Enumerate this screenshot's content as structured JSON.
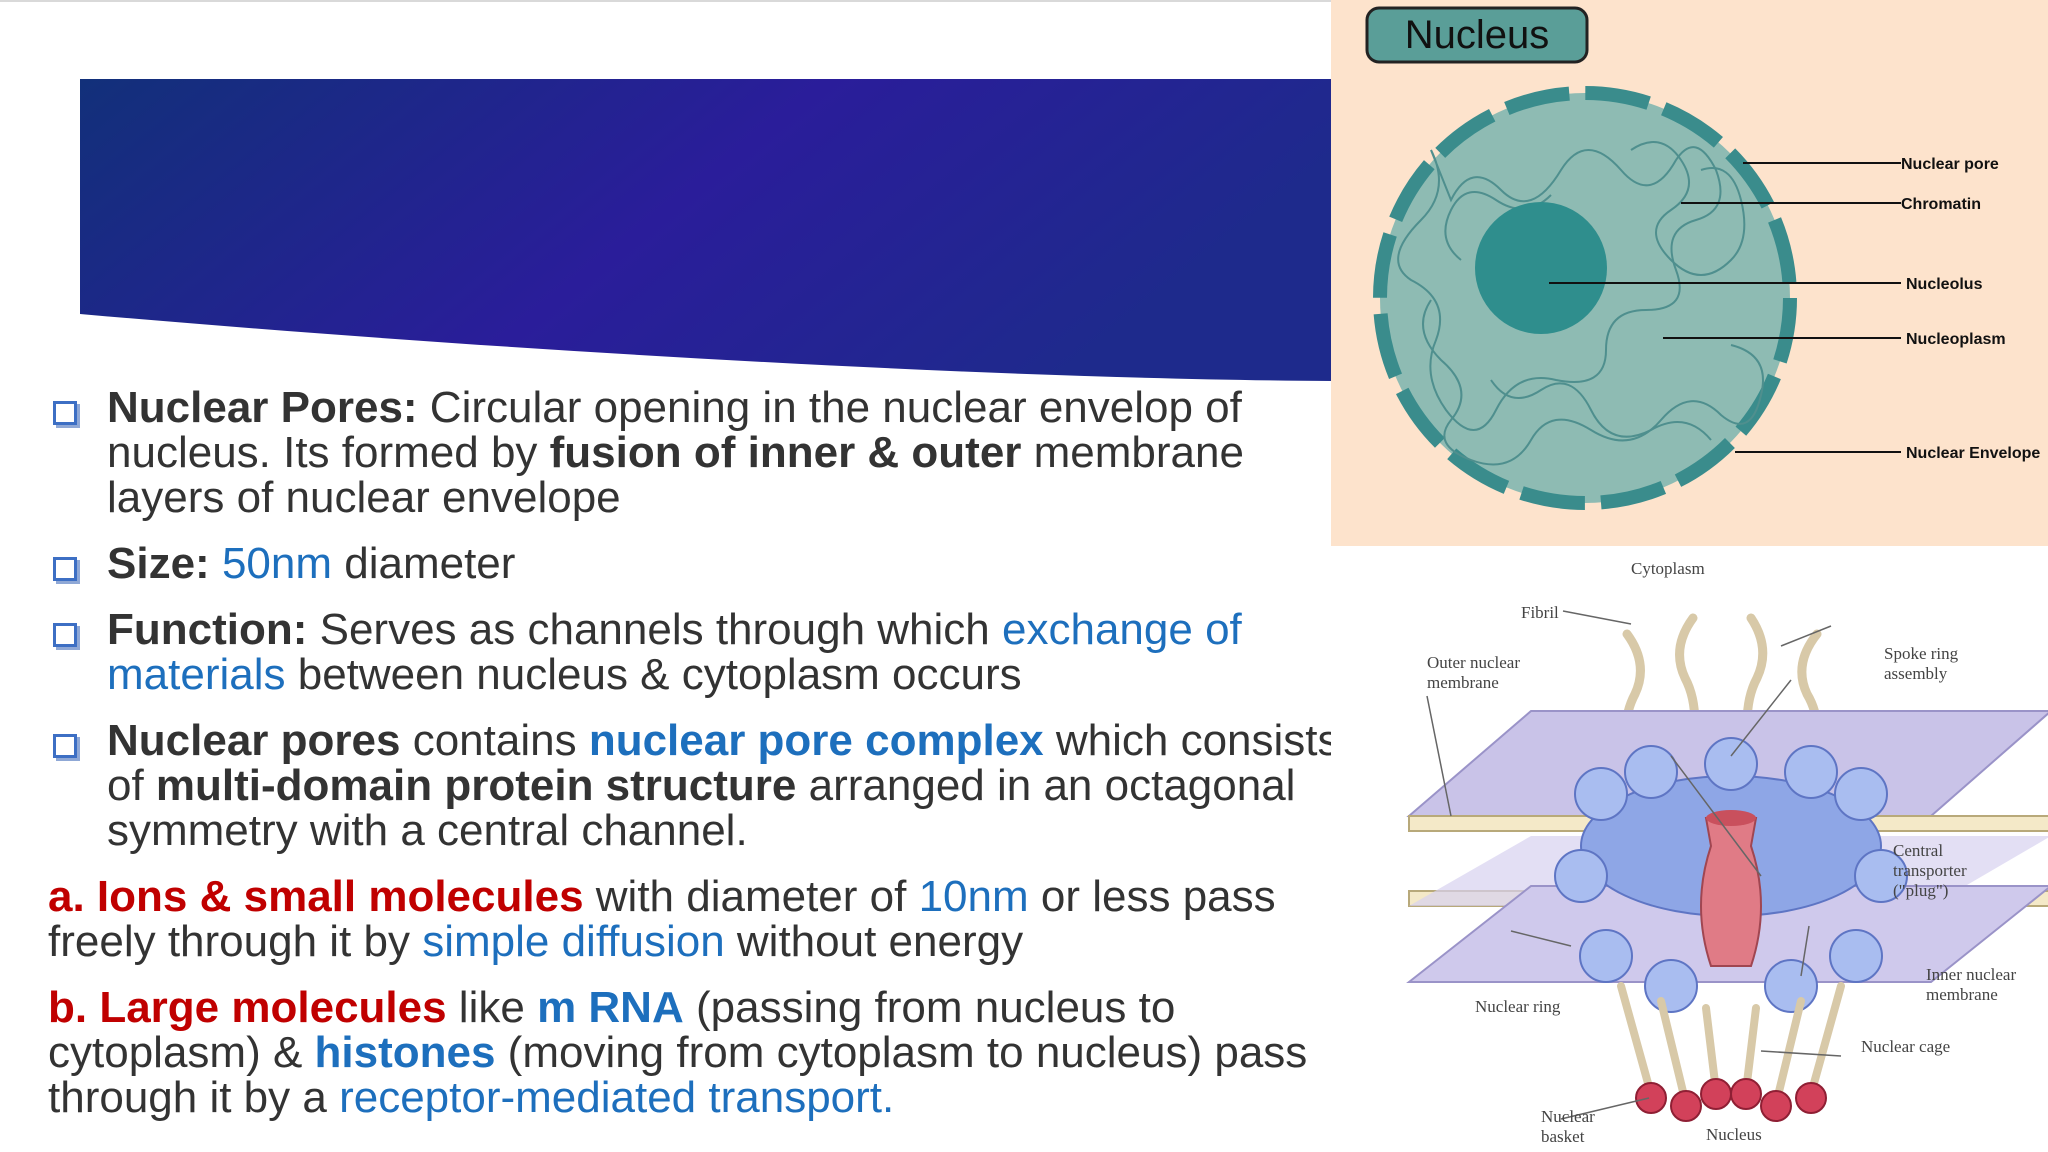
{
  "bullets": [
    {
      "parts": [
        {
          "text": "Nuclear Pores:",
          "style": "b"
        },
        {
          "text": " Circular opening in the nuclear envelop of nucleus. Its formed by ",
          "style": ""
        },
        {
          "text": "fusion of inner & outer",
          "style": "b"
        },
        {
          "text": " membrane layers of nuclear envelope",
          "style": ""
        }
      ]
    },
    {
      "parts": [
        {
          "text": "Size:",
          "style": "b"
        },
        {
          "text": " ",
          "style": ""
        },
        {
          "text": "50nm",
          "style": "blue"
        },
        {
          "text": " diameter",
          "style": ""
        }
      ]
    },
    {
      "parts": [
        {
          "text": "Function:",
          "style": "b"
        },
        {
          "text": " Serves as channels through which ",
          "style": ""
        },
        {
          "text": "exchange of materials",
          "style": "blue"
        },
        {
          "text": " between nucleus & cytoplasm occurs",
          "style": ""
        }
      ]
    },
    {
      "parts": [
        {
          "text": "Nuclear pores",
          "style": "b"
        },
        {
          "text": " contains ",
          "style": ""
        },
        {
          "text": "nuclear pore complex",
          "style": "b blue"
        },
        {
          "text": " which consists of ",
          "style": ""
        },
        {
          "text": "multi-domain protein structure",
          "style": "b"
        },
        {
          "text": " arranged in an octagonal symmetry with a central channel.",
          "style": ""
        }
      ]
    }
  ],
  "paragraphs": [
    {
      "parts": [
        {
          "text": "a. Ions & small molecules",
          "style": "red"
        },
        {
          "text": " with diameter of ",
          "style": ""
        },
        {
          "text": "10nm",
          "style": "blue"
        },
        {
          "text": " or less pass freely through it by ",
          "style": ""
        },
        {
          "text": "simple diffusion",
          "style": "blue"
        },
        {
          "text": " without energy",
          "style": ""
        }
      ]
    },
    {
      "parts": [
        {
          "text": "b. Large molecules",
          "style": "red"
        },
        {
          "text": " like ",
          "style": ""
        },
        {
          "text": "m RNA",
          "style": "b blue"
        },
        {
          "text": " (passing from nucleus to cytoplasm) & ",
          "style": ""
        },
        {
          "text": "histones",
          "style": "b blue"
        },
        {
          "text": " (moving from cytoplasm to nucleus) pass through it by a ",
          "style": ""
        },
        {
          "text": "receptor-mediated transport.",
          "style": "blue"
        }
      ]
    }
  ],
  "nucleus_figure": {
    "title": "Nucleus",
    "labels": {
      "pore": "Nuclear pore",
      "chromatin": "Chromatin",
      "nucleolus": "Nucleolus",
      "nucleoplasm": "Nucleoplasm",
      "envelope": "Nuclear Envelope"
    }
  },
  "pore_figure": {
    "labels": {
      "cytoplasm": "Cytoplasm",
      "fibril": "Fibril",
      "outer_1": "Outer nuclear",
      "outer_2": "membrane",
      "spoke_1": "Spoke ring",
      "spoke_2": "assembly",
      "central_1": "Central",
      "central_2": "transporter",
      "central_3": "(\"plug\")",
      "inner_1": "Inner nuclear",
      "inner_2": "membrane",
      "ring": "Nuclear ring",
      "cage": "Nuclear cage",
      "basket_1": "Nuclear",
      "basket_2": "basket",
      "nucleus": "Nucleus"
    }
  },
  "colors": {
    "bullet_box": "#3d6fc4",
    "blue_text": "#1d6fbd",
    "red_text": "#c00000",
    "body_text": "#333333",
    "banner_start": "#0f2a78",
    "banner_end": "#3a1aa0"
  }
}
